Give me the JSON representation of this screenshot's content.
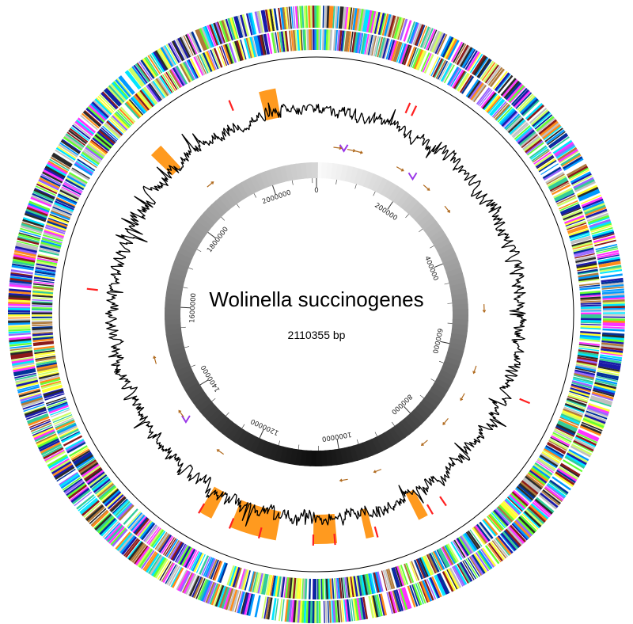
{
  "figure": {
    "organism": "Wolinella succinogenes",
    "genome_size_label": "2110355 bp",
    "genome_length_bp": 2110355
  },
  "ruler": {
    "major_ticks": [
      {
        "pos": 0,
        "label": "0"
      },
      {
        "pos": 200000,
        "label": "200000"
      },
      {
        "pos": 400000,
        "label": "400000"
      },
      {
        "pos": 600000,
        "label": "600000"
      },
      {
        "pos": 800000,
        "label": "800000"
      },
      {
        "pos": 1000000,
        "label": "1000000"
      },
      {
        "pos": 1200000,
        "label": "1200000"
      },
      {
        "pos": 1400000,
        "label": "1400000"
      },
      {
        "pos": 1600000,
        "label": "1600000"
      },
      {
        "pos": 1800000,
        "label": "1800000"
      },
      {
        "pos": 2000000,
        "label": "2000000"
      }
    ],
    "minor_tick_interval_bp": 50000
  },
  "tracks": {
    "cds_palette": [
      "#1a1aa8",
      "#00e5ff",
      "#ffff33",
      "#ff8c1a",
      "#66ff33",
      "#2a2a2a",
      "#ff33ff",
      "#0099ff",
      "#b07a3a",
      "#9966ff",
      "#ffffff",
      "#8c1a1a",
      "#33cc99",
      "#c0c0c0",
      "#003399",
      "#ccff66"
    ],
    "island_color": "#ff9a1f",
    "rna_marker_color": "#ff2020",
    "gc_line_color": "#000000",
    "repeat_arrow_color": "#b06a1e",
    "repeat_vee_color": "#9a36e8",
    "genomic_islands": [
      {
        "start": 2025000,
        "end": 2050000
      },
      {
        "start": 1840000,
        "end": 1860000
      },
      {
        "start": 1215000,
        "end": 1235000
      },
      {
        "start": 1115000,
        "end": 1185000
      },
      {
        "start": 1025000,
        "end": 1060000
      },
      {
        "start": 970000,
        "end": 982000
      },
      {
        "start": 885000,
        "end": 900000
      }
    ],
    "rna_markers": [
      {
        "pos": 140000
      },
      {
        "pos": 150000
      },
      {
        "pos": 1980000
      },
      {
        "pos": 1620000
      },
      {
        "pos": 1235000
      },
      {
        "pos": 1185000
      },
      {
        "pos": 1140000
      },
      {
        "pos": 1060000
      },
      {
        "pos": 1028000
      },
      {
        "pos": 965000
      },
      {
        "pos": 878000
      },
      {
        "pos": 855000
      },
      {
        "pos": 660000
      }
    ],
    "repeats": [
      {
        "pos": 55000,
        "type": "vee"
      },
      {
        "pos": 42000,
        "type": "arrow"
      },
      {
        "pos": 70000,
        "type": "arrow"
      },
      {
        "pos": 85000,
        "type": "arrow"
      },
      {
        "pos": 175000,
        "type": "arrow"
      },
      {
        "pos": 205000,
        "type": "vee"
      },
      {
        "pos": 240000,
        "type": "arrow"
      },
      {
        "pos": 300000,
        "type": "arrow"
      },
      {
        "pos": 515000,
        "type": "arrow"
      },
      {
        "pos": 640000,
        "type": "arrow"
      },
      {
        "pos": 700000,
        "type": "arrow"
      },
      {
        "pos": 760000,
        "type": "arrow"
      },
      {
        "pos": 820000,
        "type": "arrow"
      },
      {
        "pos": 930000,
        "type": "arrow"
      },
      {
        "pos": 1000000,
        "type": "arrow"
      },
      {
        "pos": 1260000,
        "type": "arrow"
      },
      {
        "pos": 1355000,
        "type": "vee"
      },
      {
        "pos": 1370000,
        "type": "arrow"
      },
      {
        "pos": 1490000,
        "type": "arrow"
      },
      {
        "pos": 1880000,
        "type": "arrow"
      }
    ]
  }
}
